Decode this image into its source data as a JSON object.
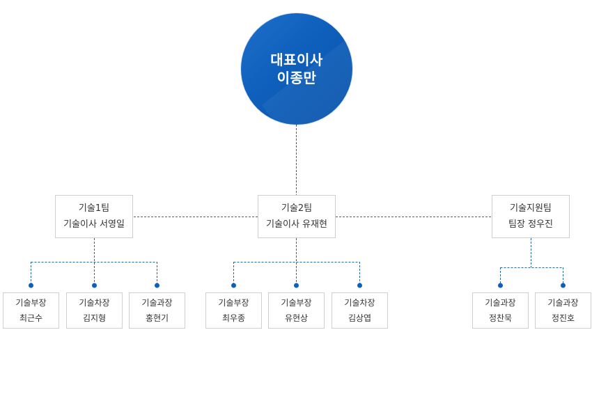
{
  "ceo": {
    "title": "대표이사",
    "name": "이종만"
  },
  "teams": [
    {
      "title": "기술1팀",
      "lead": "기술이사 서영일",
      "members": [
        {
          "role": "기술부장",
          "name": "최근수"
        },
        {
          "role": "기술차장",
          "name": "김지형"
        },
        {
          "role": "기술과장",
          "name": "홍현기"
        }
      ]
    },
    {
      "title": "기술2팀",
      "lead": "기술이사 유재현",
      "members": [
        {
          "role": "기술부장",
          "name": "최우종"
        },
        {
          "role": "기술부장",
          "name": "유현상"
        },
        {
          "role": "기술차장",
          "name": "김상엽"
        }
      ]
    },
    {
      "title": "기술지원팀",
      "lead": "팀장 정우진",
      "members": [
        {
          "role": "기술과장",
          "name": "정찬묵"
        },
        {
          "role": "기술과장",
          "name": "정진호"
        }
      ]
    }
  ],
  "colors": {
    "primary": "#0e5fbb",
    "connector": "#2a63a8",
    "box_border": "#cfcfcf",
    "text": "#333333"
  }
}
